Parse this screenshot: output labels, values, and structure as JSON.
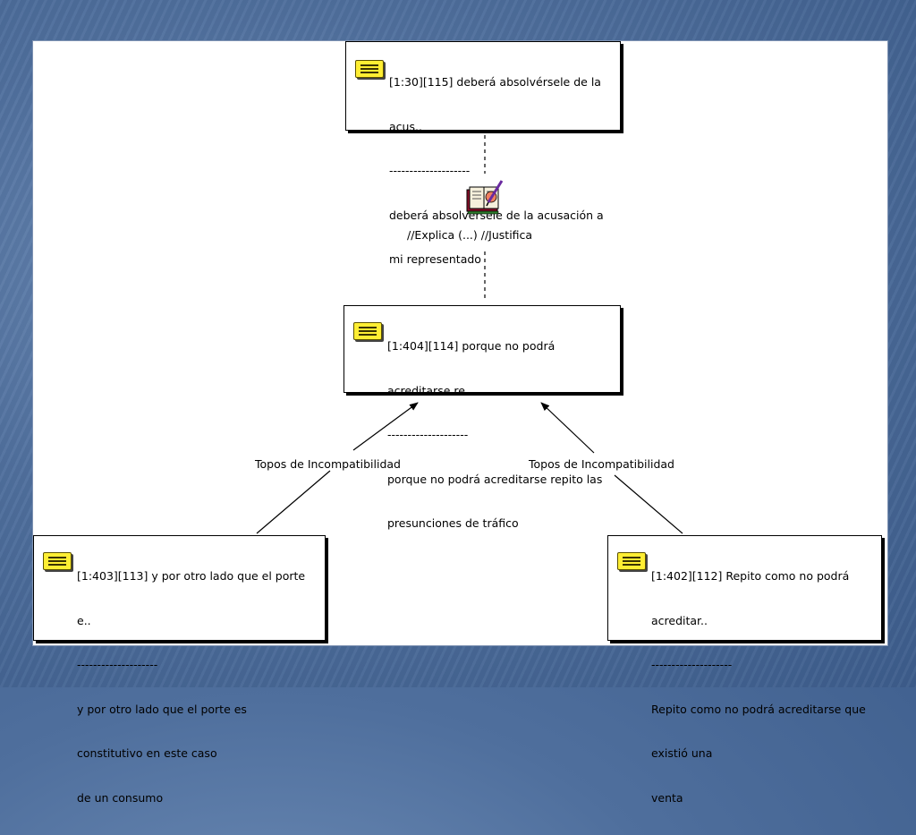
{
  "nodes": {
    "top": {
      "lines": [
        "[1:30][115] deberá absolvérsele de la",
        "acus..",
        "--------------------",
        "deberá absolvérsele de la acusación a",
        "mi representado"
      ]
    },
    "middle": {
      "lines": [
        "[1:404][114] porque no podrá",
        "acreditarse re..",
        "--------------------",
        "porque no podrá acreditarse repito las",
        "presunciones de tráfico"
      ]
    },
    "left": {
      "lines": [
        "[1:403][113] y por otro lado que el porte",
        "e..",
        "--------------------",
        "y por otro lado que el porte es",
        "constitutivo en este caso",
        "de un consumo"
      ]
    },
    "right": {
      "lines": [
        "[1:402][112] Repito como no podrá",
        "acreditar..",
        "--------------------",
        "Repito como no podrá acreditarse que",
        "existió una",
        "venta"
      ]
    }
  },
  "relations": {
    "center": "//Explica   (...)  //Justifica",
    "left": "Topos de Incompatibilidad",
    "right": "Topos de Incompatibilidad"
  },
  "icons": {
    "note": "note-icon",
    "relation": "book-pencil-icon"
  },
  "colors": {
    "background": "#4f6f9d",
    "note_yellow": "#ffee33"
  }
}
